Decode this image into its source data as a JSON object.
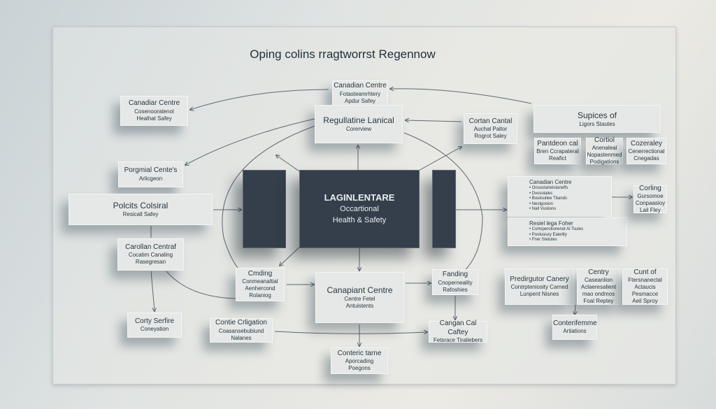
{
  "title": "Oping colins rragtworrst Regennow",
  "center": {
    "title": "LAGINLENTARE",
    "lines": [
      "Occartional",
      "Health & Safety"
    ]
  },
  "boxes": {
    "b1": [
      "Canadiar Centre",
      "Cosenooratenol",
      "Healhat Safey"
    ],
    "b2": [
      "Canadian Centre",
      "Fotasteamrhtery",
      "Apdur Safey"
    ],
    "b3": [
      "Regullatine Lanical",
      "Corerview"
    ],
    "b4": [
      "Cortan Cantal",
      "Auchal Paltor",
      "Rogrot Saley"
    ],
    "b5": [
      "Supices of",
      "Ligors Stautes"
    ],
    "b6": [
      "Pantdeon cal",
      "Bren Ccrapateral",
      "Reafict"
    ],
    "b7": [
      "Cortiol",
      "Anenaleal",
      "Nopastenmed",
      "Podigations"
    ],
    "b8": [
      "Cozeraley",
      "Cenerrectional",
      "Cnegadas"
    ],
    "b9": [
      "Porgmial Cente's",
      "Arlicgeon"
    ],
    "b10": [
      "Polcits Colsiral",
      "Resicall Safey"
    ],
    "b11": [
      "Canadian Centre",
      "• Onsostartelstaneffs",
      "• Dvosoiales",
      "• Boutoutlee Tbands",
      "• Nestgosion",
      "• Nall Vuslions"
    ],
    "b12": [
      "Resiel lega Foher",
      "• Cortoperotionenot Al Tsules",
      "• Poolusiury Eaiwilty",
      "• Fner Stetutes"
    ],
    "b13": [
      "Corling",
      "Gursomoe",
      "Conpaasioy",
      "Lail Fley"
    ],
    "b14": [
      "Carollan Centraf",
      "Cocatim Canaling",
      "Rasegresan"
    ],
    "b15": [
      "Cmding",
      "Conmeanaltial",
      "Aenhercond",
      "Rolaniog"
    ],
    "b16": [
      "Canapiant Centre",
      "Centre Fetel",
      "Antuistents"
    ],
    "b17": [
      "Fanding",
      "Cnoperneality",
      "Rafoshies"
    ],
    "b18": [
      "Predirgutor Canery",
      "Contrpteniosity Carned",
      "Lunpent Nisnes"
    ],
    "b19": [
      "Centry",
      "Caseanlion",
      "Aclaeresalient",
      "mao ondmos",
      "Foal Reptey"
    ],
    "b20": [
      "Cunt of",
      "Ftersnanectal",
      "Actaucis",
      "Pesmacce",
      "Aeil Sproy"
    ],
    "b21": [
      "Conterifemme",
      "Artiations"
    ],
    "b22": [
      "Corty Serfire",
      "Coneyation"
    ],
    "b23": [
      "Contie Crligation",
      "Coasansebubiund",
      "Nalanes"
    ],
    "b24": [
      "Cangan Cal Caftey",
      "Fetsrace Tiraliebers"
    ],
    "b25": [
      "Conteric tarne",
      "Aporcading",
      "Poegons"
    ]
  }
}
